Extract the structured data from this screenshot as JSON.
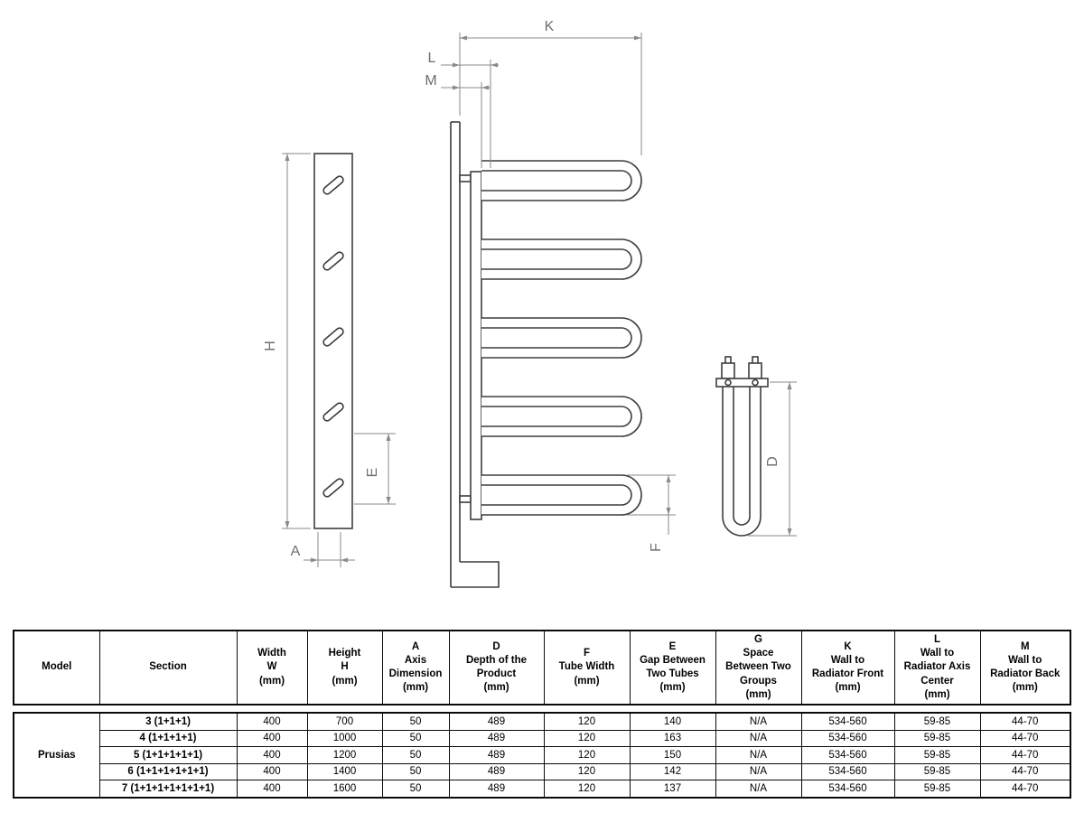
{
  "diagram": {
    "labels": {
      "H": "H",
      "E": "E",
      "A": "A",
      "K": "K",
      "L": "L",
      "M": "M",
      "F": "F",
      "D": "D"
    }
  },
  "table": {
    "headers": [
      "Model",
      "Section",
      "Width\nW\n(mm)",
      "Height\nH\n(mm)",
      "A\nAxis\nDimension\n(mm)",
      "D\nDepth of the\nProduct\n(mm)",
      "F\nTube Width\n(mm)",
      "E\nGap Between\nTwo Tubes\n(mm)",
      "G\nSpace\nBetween Two\nGroups\n(mm)",
      "K\nWall to\nRadiator Front\n(mm)",
      "L\nWall to\nRadiator Axis\nCenter\n(mm)",
      "M\nWall to\nRadiator Back\n(mm)"
    ],
    "model": "Prusias",
    "rows": [
      {
        "section": "3 (1+1+1)",
        "values": [
          "400",
          "700",
          "50",
          "489",
          "120",
          "140",
          "N/A",
          "534-560",
          "59-85",
          "44-70"
        ]
      },
      {
        "section": "4 (1+1+1+1)",
        "values": [
          "400",
          "1000",
          "50",
          "489",
          "120",
          "163",
          "N/A",
          "534-560",
          "59-85",
          "44-70"
        ]
      },
      {
        "section": "5 (1+1+1+1+1)",
        "values": [
          "400",
          "1200",
          "50",
          "489",
          "120",
          "150",
          "N/A",
          "534-560",
          "59-85",
          "44-70"
        ]
      },
      {
        "section": "6 (1+1+1+1+1+1)",
        "values": [
          "400",
          "1400",
          "50",
          "489",
          "120",
          "142",
          "N/A",
          "534-560",
          "59-85",
          "44-70"
        ]
      },
      {
        "section": "7 (1+1+1+1+1+1+1)",
        "values": [
          "400",
          "1600",
          "50",
          "489",
          "120",
          "137",
          "N/A",
          "534-560",
          "59-85",
          "44-70"
        ]
      }
    ]
  }
}
